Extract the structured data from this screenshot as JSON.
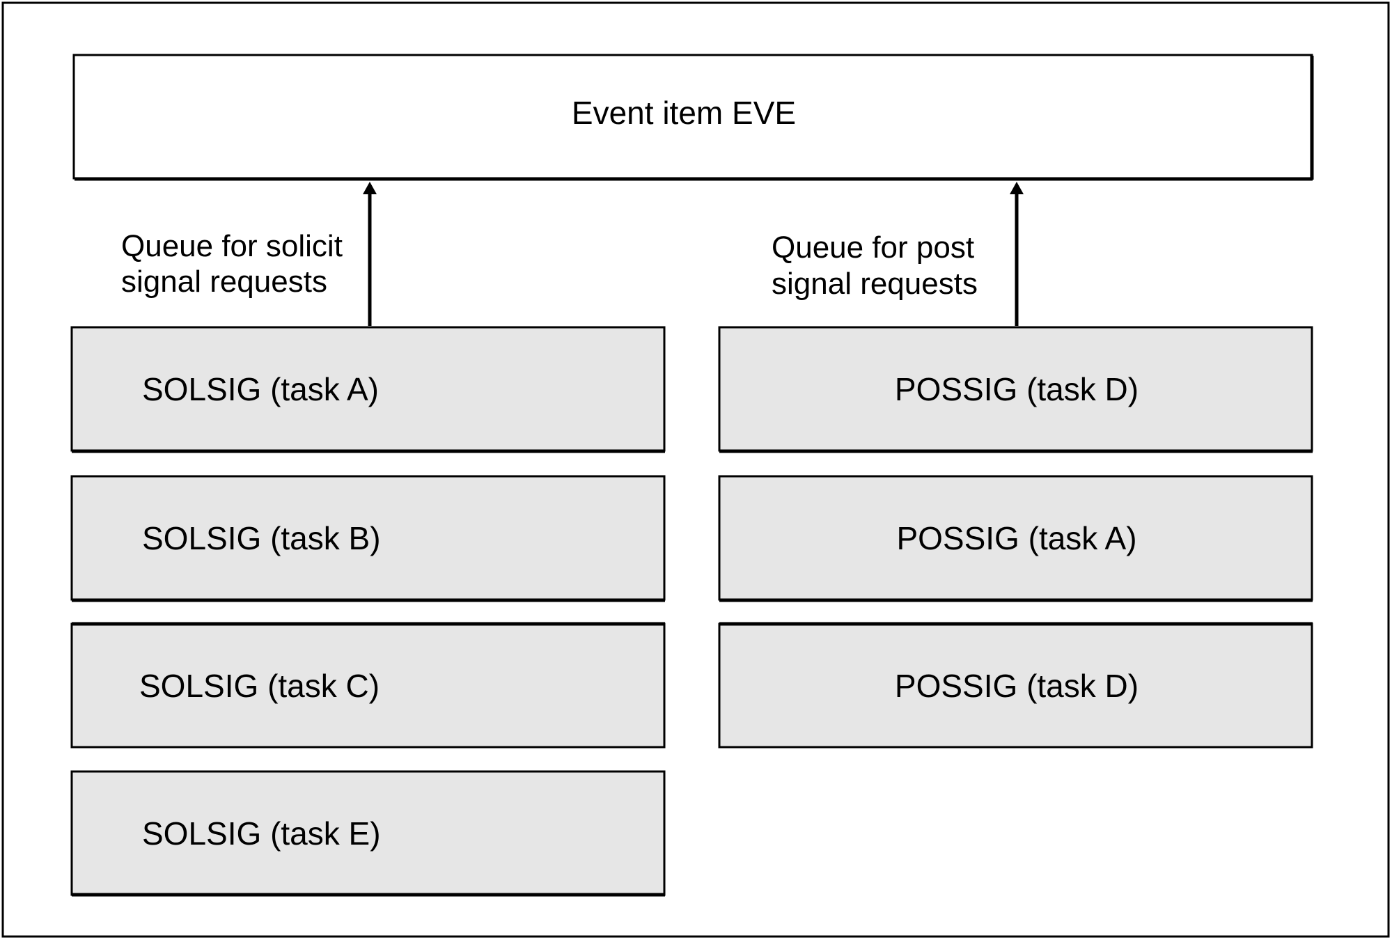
{
  "event_item": {
    "label": "Event item EVE"
  },
  "solicit_queue": {
    "label_line1": "Queue for solicit",
    "label_line2": "signal requests",
    "items": [
      {
        "label": "SOLSIG (task A)"
      },
      {
        "label": "SOLSIG (task B)"
      },
      {
        "label": "SOLSIG (task C)"
      },
      {
        "label": "SOLSIG (task E)"
      }
    ]
  },
  "post_queue": {
    "label_line1": "Queue for post",
    "label_line2": "signal requests",
    "items": [
      {
        "label": "POSSIG (task D)"
      },
      {
        "label": "POSSIG (task A)"
      },
      {
        "label": "POSSIG (task D)"
      }
    ]
  },
  "colors": {
    "queue_box_fill": "#e6e6e6",
    "event_box_fill": "#ffffff",
    "line": "#000000"
  }
}
